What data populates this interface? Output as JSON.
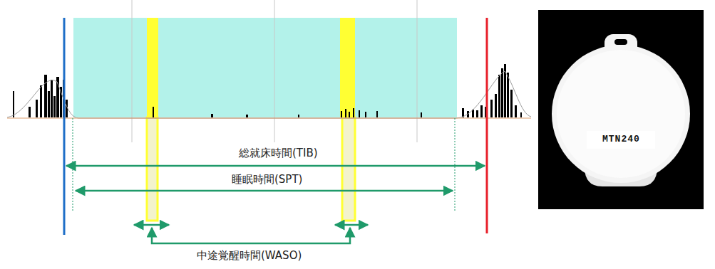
{
  "diagram": {
    "labels": [
      "総就床時間(TIB)",
      "睡眠時間(SPT)",
      "中途覚醒時間(WASO)",
      "MTN240"
    ]
  }
}
